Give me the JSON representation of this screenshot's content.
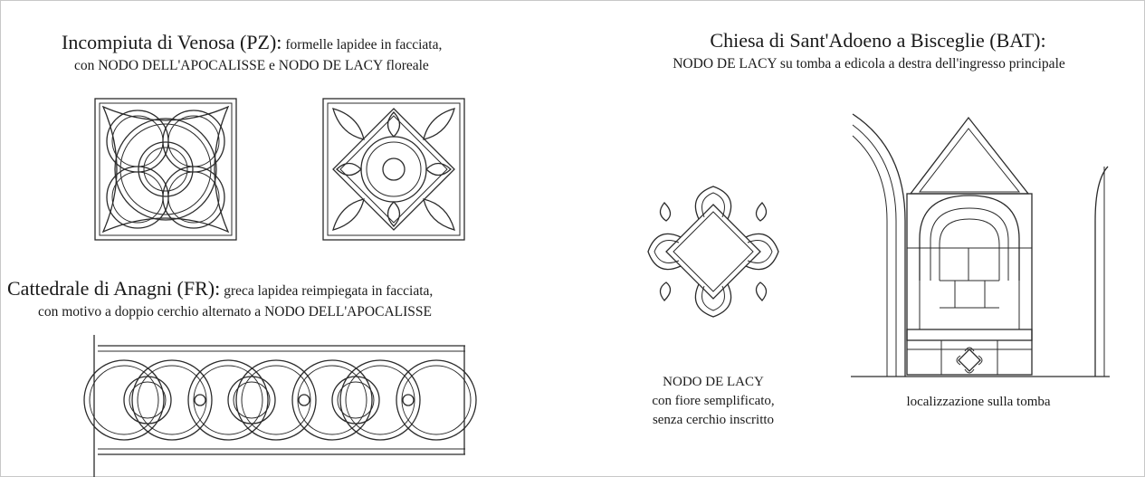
{
  "left_top": {
    "title": "Incompiuta di Venosa (PZ):",
    "subtitle_1": "formelle lapidee in facciata,",
    "subtitle_2": "con NODO DELL'APOCALISSE e NODO DE LACY floreale"
  },
  "left_bottom": {
    "title": "Cattedrale di Anagni (FR):",
    "subtitle_1": "greca lapidea reimpiegata in facciata,",
    "subtitle_2": "con motivo a doppio cerchio alternato a NODO DELL'APOCALISSE"
  },
  "right": {
    "title": "Chiesa di Sant'Adoeno a Bisceglie (BAT):",
    "subtitle": "NODO DE LACY su tomba a edicola a destra dell'ingresso principale",
    "knot_caption_1": "NODO DE LACY",
    "knot_caption_2": "con fiore semplificato,",
    "knot_caption_3": "senza cerchio inscritto",
    "tomb_caption": "localizzazione sulla tomba"
  }
}
